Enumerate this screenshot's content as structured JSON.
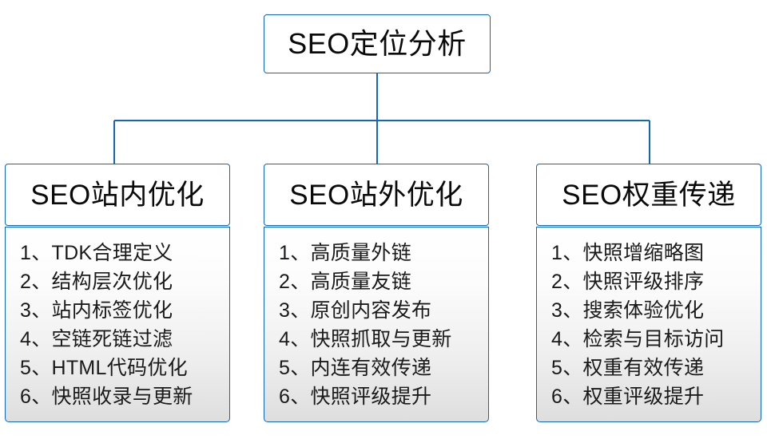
{
  "diagram": {
    "type": "org-chart",
    "title": "SEO定位分析",
    "accent_color": "#1068b8",
    "background_color": "#ffffff",
    "root": {
      "label": "SEO定位分析"
    },
    "branches": [
      {
        "header": "SEO站内优化",
        "items": [
          "1、TDK合理定义",
          "2、结构层次优化",
          "3、站内标签优化",
          "4、空链死链过滤",
          "5、HTML代码优化",
          "6、快照收录与更新"
        ]
      },
      {
        "header": "SEO站外优化",
        "items": [
          "1、高质量外链",
          "2、高质量友链",
          "3、原创内容发布",
          "4、快照抓取与更新",
          "5、内连有效传递",
          "6、快照评级提升"
        ]
      },
      {
        "header": "SEO权重传递",
        "items": [
          "1、快照增缩略图",
          "2、快照评级排序",
          "3、搜索体验优化",
          "4、检索与目标访问",
          "5、权重有效传递",
          "6、权重评级提升"
        ]
      }
    ]
  }
}
